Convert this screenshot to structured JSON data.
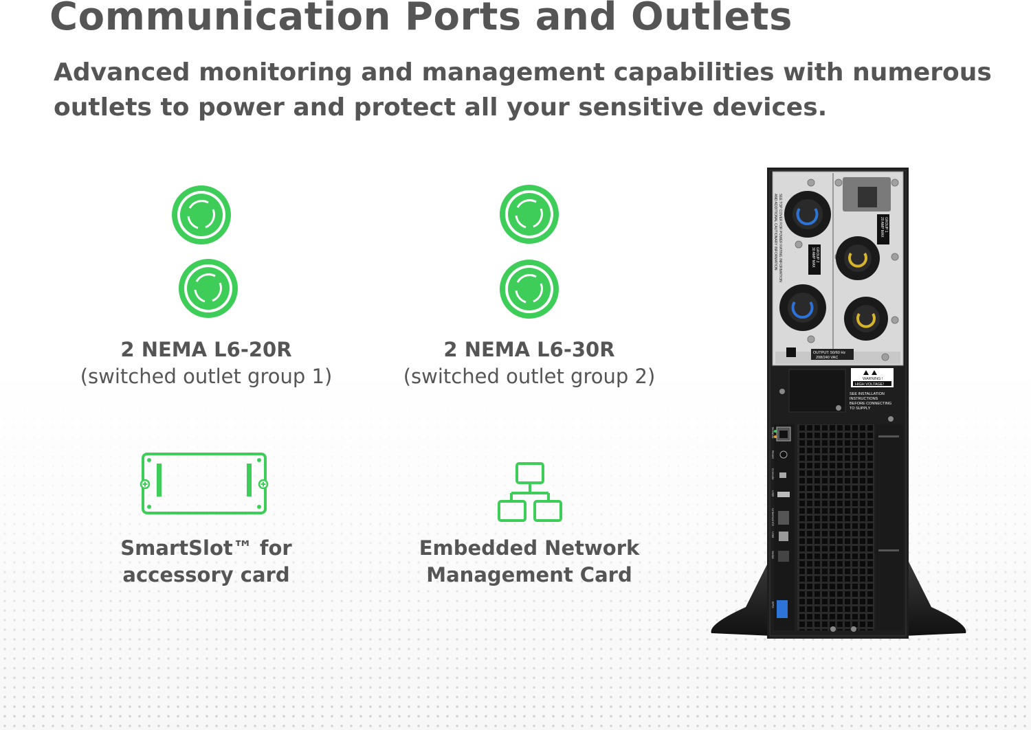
{
  "title": "Communication Ports and Outlets",
  "subtitle": "Advanced monitoring and management capabilities with numerous outlets to power and protect all your sensitive devices.",
  "colors": {
    "accent_green": "#3dcd58",
    "text_gray": "#555555",
    "ups_body": "#1e1e1e"
  },
  "features": [
    {
      "icon": "nema-outlet-icon",
      "line1": "2 NEMA L6-20R",
      "line2": "(switched outlet group 1)"
    },
    {
      "icon": "nema-outlet-icon",
      "line1": "2 NEMA L6-30R",
      "line2": "(switched outlet group 2)"
    },
    {
      "icon": "smartslot-card-icon",
      "line1": "SmartSlot™ for",
      "line2": "accessory card"
    },
    {
      "icon": "network-hierarchy-icon",
      "line1": "Embedded Network",
      "line2": "Management Card"
    }
  ],
  "ups_labels": {
    "group1": "GROUP 1",
    "group1_rating": "20 AMP MAX",
    "group2": "GROUP 2",
    "group2_rating": "30 AMP MAX",
    "side_note_1": "SEE TOP COVER FOR POWER RATING INFORMATION",
    "side_note_2": "AND ADDITIONAL CAUTIONARY INFORMATION",
    "output_1": "OUTPUT: 50/60 Hz",
    "output_2": "208/240 VAC",
    "warning_1": "WARNING !",
    "warning_2": "HIGH VOLTAGE!",
    "install_1": "SEE INSTALLATION",
    "install_2": "INSTRUCTIONS",
    "install_3": "BEFORE CONNECTING",
    "install_4": "TO SUPPLY",
    "port_network": "Network",
    "port_reset": "Reset",
    "port_console": "Console",
    "port_usb": "USB",
    "port_universal_io": "Universal I/O",
    "port_usb_b": "USB",
    "port_serial": "Serial",
    "port_epo": "EPO"
  }
}
